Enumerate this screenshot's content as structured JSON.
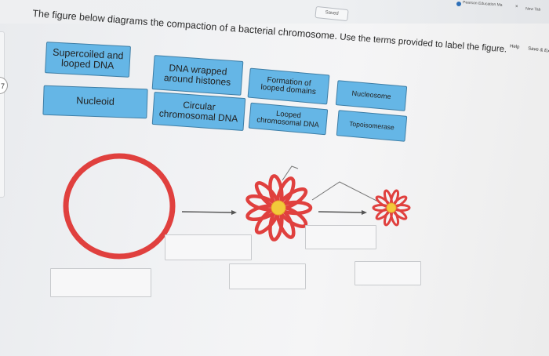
{
  "browser": {
    "tab_title": "Pearson Education Ma",
    "tab_close": "×",
    "new_tab": "New Tab"
  },
  "header": {
    "status": "Saved",
    "help": "Help",
    "save_exit": "Save & Ex"
  },
  "question": {
    "number": "7",
    "prompt_lead": "The figure below diagrams the compaction of a bacterial chromosome.",
    "prompt_rest": " Use the terms provided to label the figure."
  },
  "labels": [
    {
      "id": "supercoiled",
      "text": "Supercoiled and looped DNA"
    },
    {
      "id": "histones",
      "text": "DNA wrapped around histones"
    },
    {
      "id": "formation",
      "text": "Formation of looped domains"
    },
    {
      "id": "nucleosome",
      "text": "Nucleosome"
    },
    {
      "id": "nucleoid",
      "text": "Nucleoid"
    },
    {
      "id": "circular",
      "text": "Circular chromosomal DNA"
    },
    {
      "id": "looped",
      "text": "Looped chromosomal DNA"
    },
    {
      "id": "topoisomerase",
      "text": "Topoisomerase"
    }
  ],
  "colors": {
    "label_fill": "#65b6e6",
    "label_border": "#3e7ea6",
    "dna": "#e0403e",
    "protein": "#f2c93a",
    "arrow": "#555555"
  }
}
